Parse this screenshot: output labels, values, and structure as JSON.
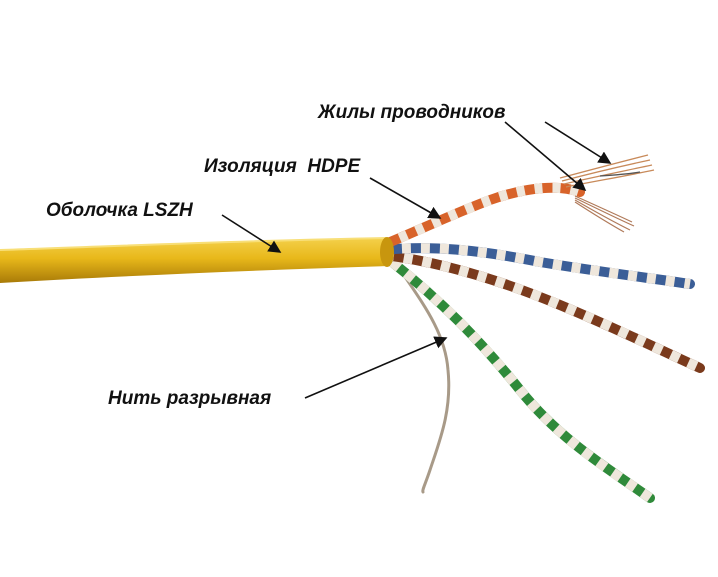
{
  "labels": {
    "conductors": "Жилы проводников",
    "insulation": "Изоляция  HDPE",
    "sheath": "Оболочка LSZH",
    "ripcord": "Нить разрывная"
  },
  "colors": {
    "background": "#ffffff",
    "jacket": "#e8b81a",
    "jacket_shadow": "#b98a0c",
    "pair_orange": "#d8632a",
    "pair_blue": "#3b5e97",
    "pair_brown": "#7a3a1c",
    "pair_green": "#2f8a3a",
    "pair_white": "#efe7dc",
    "ripcord": "#a89a88",
    "copper": "#c88a5a",
    "arrow": "#111111"
  }
}
